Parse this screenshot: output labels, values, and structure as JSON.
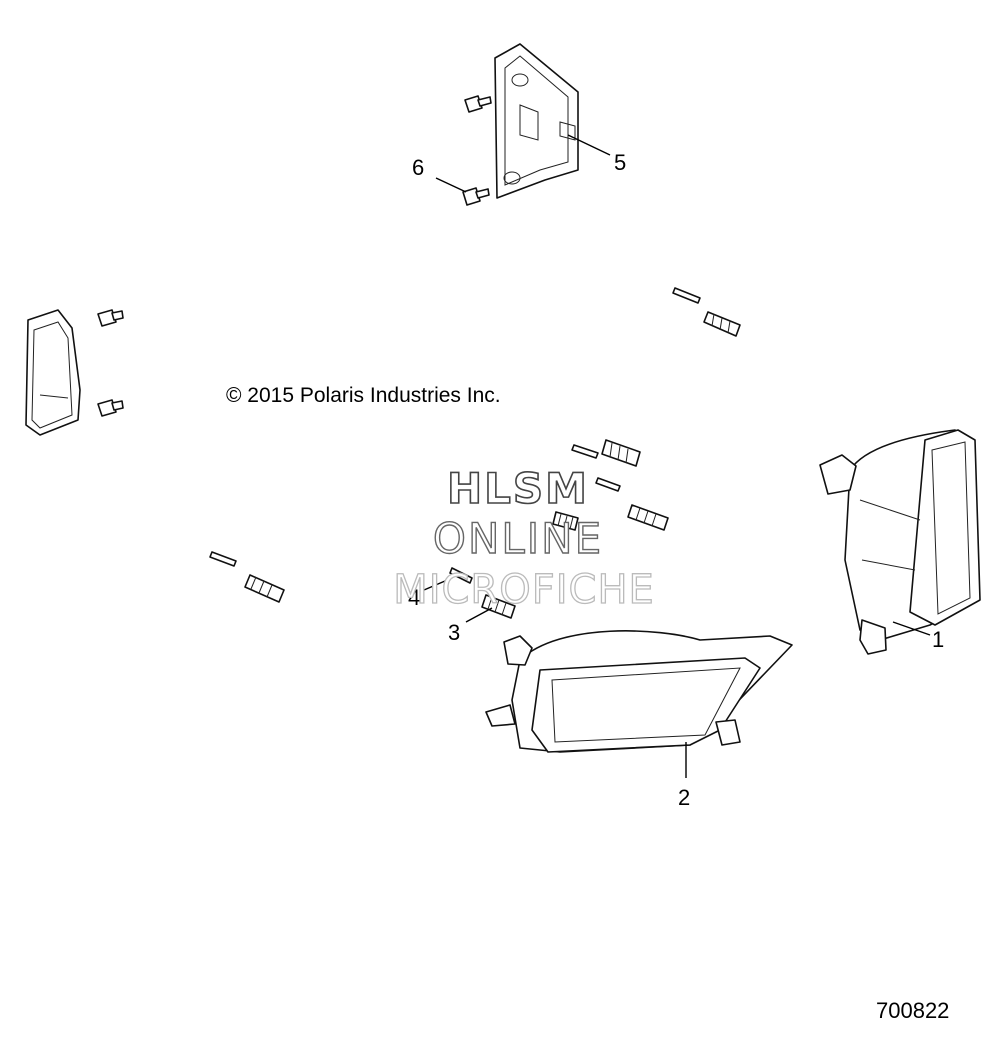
{
  "copyright": "© 2015 Polaris Industries Inc.",
  "watermark": {
    "line1": "HLSM",
    "line2": "ONLINE",
    "line3": "MICROFICHE"
  },
  "reference_number": "700822",
  "callouts": [
    {
      "id": "1",
      "label": "1"
    },
    {
      "id": "2",
      "label": "2"
    },
    {
      "id": "3",
      "label": "3"
    },
    {
      "id": "4",
      "label": "4"
    },
    {
      "id": "5",
      "label": "5"
    },
    {
      "id": "6",
      "label": "6"
    }
  ],
  "colors": {
    "line": "#111111",
    "background": "#ffffff"
  }
}
